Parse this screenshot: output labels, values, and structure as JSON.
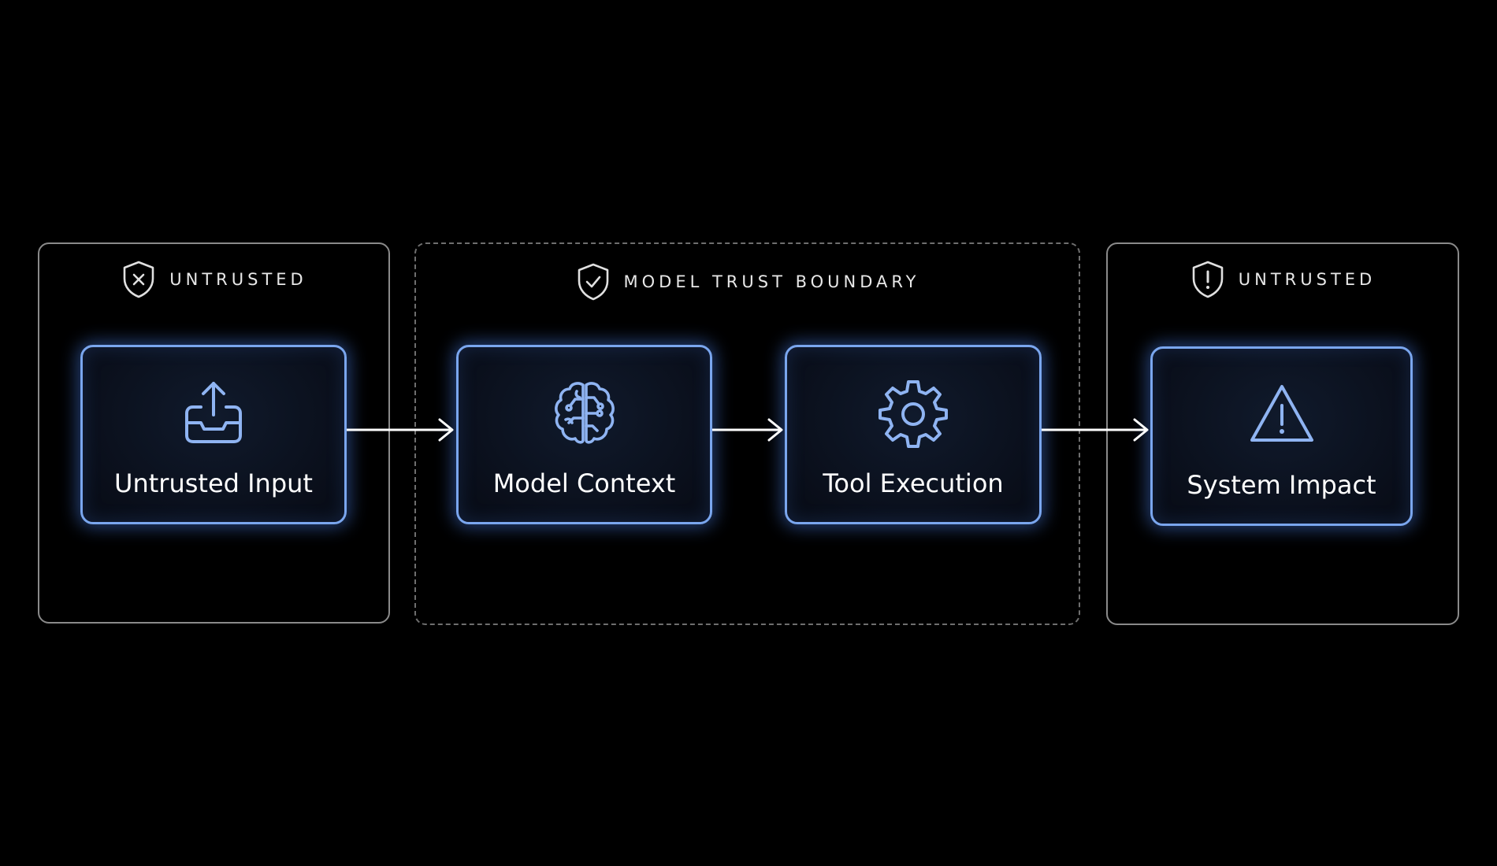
{
  "colors": {
    "background": "#000000",
    "node_border": "#7aa6ee",
    "node_glow": "#508cff",
    "icon_stroke": "#8fb4f2",
    "zone_border": "#8a8a8a",
    "dashed_border": "#6e6e6e",
    "arrow": "#ffffff"
  },
  "zones": [
    {
      "label": "UNTRUSTED",
      "icon": "shield-x-icon",
      "style": "solid"
    },
    {
      "label": "MODEL TRUST BOUNDARY",
      "icon": "shield-check-icon",
      "style": "dashed"
    },
    {
      "label": "UNTRUSTED",
      "icon": "shield-alert-icon",
      "style": "solid"
    }
  ],
  "nodes": [
    {
      "label": "Untrusted Input",
      "icon": "inbox-upload-icon"
    },
    {
      "label": "Model Context",
      "icon": "brain-icon"
    },
    {
      "label": "Tool Execution",
      "icon": "gear-icon"
    },
    {
      "label": "System Impact",
      "icon": "warning-triangle-icon"
    }
  ],
  "edges": [
    {
      "from": "Untrusted Input",
      "to": "Model Context"
    },
    {
      "from": "Model Context",
      "to": "Tool Execution"
    },
    {
      "from": "Tool Execution",
      "to": "System Impact"
    }
  ]
}
